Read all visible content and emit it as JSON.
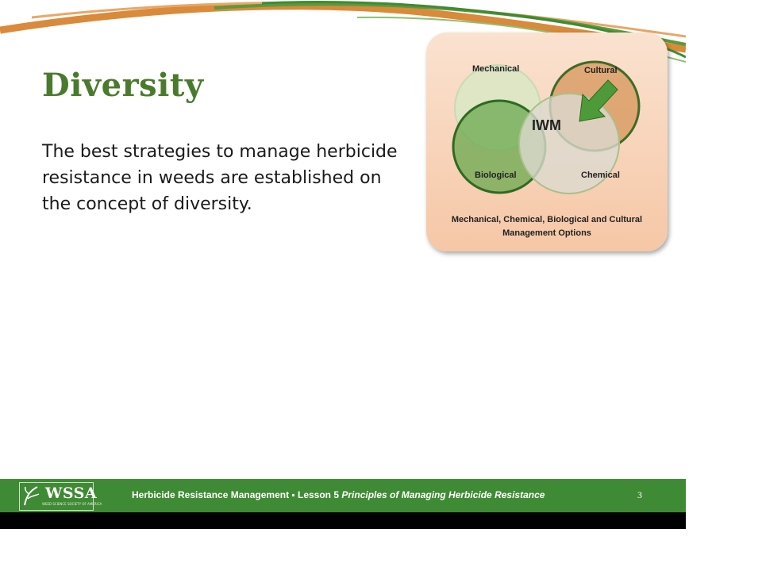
{
  "slide": {
    "title": "Diversity",
    "body": "The best strategies to manage herbicide resistance in weeds are established on the concept of diversity."
  },
  "venn": {
    "labels": {
      "mechanical": "Mechanical",
      "cultural": "Cultural",
      "biological": "Biological",
      "chemical": "Chemical",
      "center": "IWM"
    },
    "caption": "Mechanical, Chemical, Biological and Cultural Management Options",
    "colors": {
      "panel": "#f6c7a6",
      "mechanical": "#d9e8c6",
      "cultural": "#d6955a",
      "biological": "#6aa84f",
      "chemical": "#dcd9cf",
      "arrow": "#4e9a3a"
    }
  },
  "footer": {
    "logo_text": "WSSA",
    "logo_sub": "WEED SCIENCE SOCIETY OF AMERICA",
    "course": "Herbicide Resistance Management ▪ Lesson 5 ",
    "lesson_title": "Principles of Managing Herbicide Resistance",
    "page_number": "3"
  },
  "theme": {
    "accent_green": "#3f8a34",
    "title_green": "#4a7a2c",
    "swoosh_orange": "#d98a3a"
  }
}
